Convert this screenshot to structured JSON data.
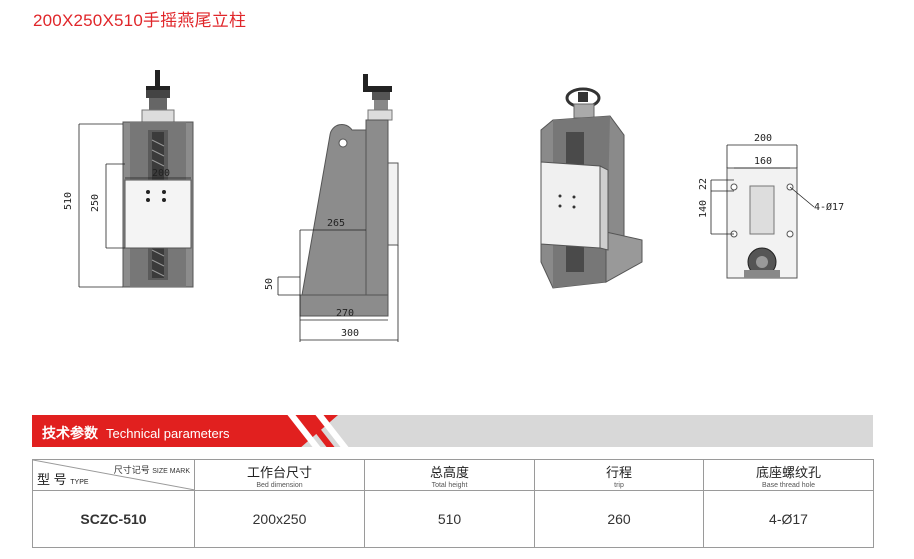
{
  "page": {
    "title": "200X250X510手摇燕尾立柱"
  },
  "drawing": {
    "front_view": {
      "dim_total_height": "510",
      "dim_table_height": "250",
      "dim_table_width": "200"
    },
    "side_view": {
      "dim_slant": "265",
      "dim_base_height": "50",
      "dim_base_inner": "270",
      "dim_base_outer": "300"
    },
    "top_view": {
      "dim_width": "200",
      "dim_hole_span": "160",
      "dim_hole_offset": "22",
      "dim_hole_depth": "140",
      "hole_spec": "4-Ø17"
    }
  },
  "params": {
    "label_cn": "技术参数",
    "label_en": "Technical parameters"
  },
  "table": {
    "corner_size_cn": "尺寸记号",
    "corner_size_en": "SIZE MARK",
    "corner_type_cn": "型 号",
    "corner_type_en": "TYPE",
    "columns": [
      {
        "cn": "工作台尺寸",
        "en": "Bed dimension"
      },
      {
        "cn": "总高度",
        "en": "Total height"
      },
      {
        "cn": "行程",
        "en": "trip"
      },
      {
        "cn": "底座螺纹孔",
        "en": "Base thread hole"
      }
    ],
    "row": {
      "model": "SCZC-510",
      "bed": "200x250",
      "height": "510",
      "trip": "260",
      "hole": "4-Ø17"
    }
  },
  "colors": {
    "accent": "#e1201f",
    "title": "#e0262a",
    "bar_gray": "#d8d8d8",
    "part_gray": "#8c8c8c"
  }
}
